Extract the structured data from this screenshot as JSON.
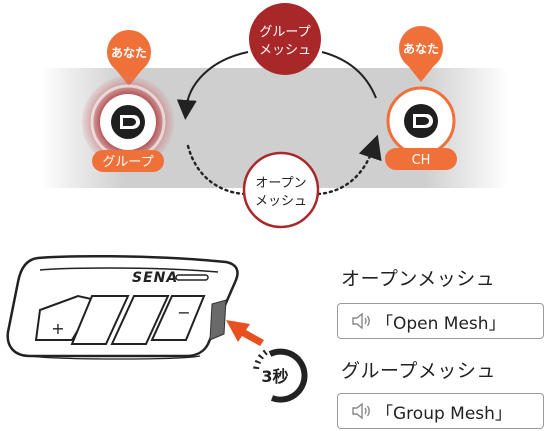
{
  "diagram": {
    "badge_you": "あなた",
    "top_bubble": [
      "グループ",
      "メッシュ"
    ],
    "bottom_bubble": [
      "オープン",
      "メッシュ"
    ],
    "left_pill": "グループ",
    "right_pill": "CH",
    "device_brand": "SENA",
    "device_plus": "+",
    "device_minus": "−",
    "timer": "3秒",
    "colors": {
      "accent_red": "#a8282a",
      "orange": "#f0703a",
      "band_gray": "#cfcfcf",
      "arrow_orange": "#e8501e"
    }
  },
  "modes": {
    "open_mesh_title": "オープンメッシュ",
    "open_mesh_prompt": "「Open Mesh」",
    "group_mesh_title": "グループメッシュ",
    "group_mesh_prompt": "「Group Mesh」",
    "prompt_icon": "speaker-icon"
  }
}
